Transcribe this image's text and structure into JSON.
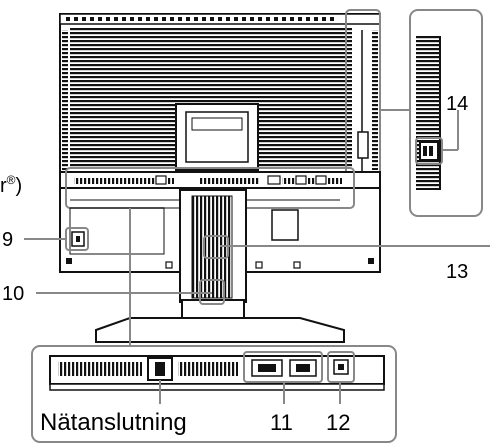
{
  "callouts": {
    "c9": "9",
    "c10": "10",
    "c11": "11",
    "c12": "12",
    "c13": "13",
    "c14": "14",
    "power_label": "Nätanslutning",
    "edge_text": "r",
    "edge_superscript": "®",
    "edge_paren": ")"
  }
}
